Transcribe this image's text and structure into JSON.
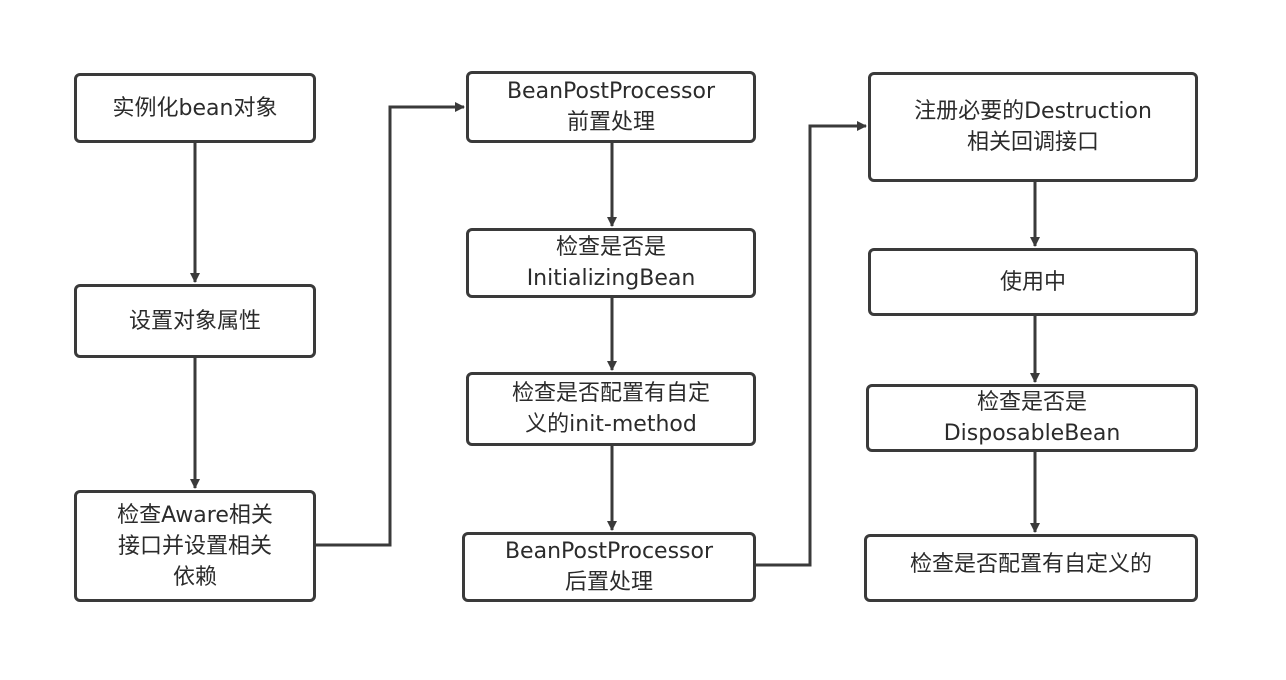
{
  "diagram": {
    "colors": {
      "stroke": "#3a3a3a",
      "text": "#2b2b2b",
      "background": "#ffffff"
    },
    "nodes": {
      "instantiate": [
        "实例化bean对象"
      ],
      "set_properties": [
        "设置对象属性"
      ],
      "check_aware": [
        "检查Aware相关",
        "接口并设置相关",
        "依赖"
      ],
      "bpp_before": [
        "BeanPostProcessor",
        "前置处理"
      ],
      "check_initializing": [
        "检查是否是",
        "InitializingBean"
      ],
      "check_init_method": [
        "检查是否配置有自定",
        "义的init-method"
      ],
      "bpp_after": [
        "BeanPostProcessor",
        "后置处理"
      ],
      "register_destruction": [
        "注册必要的Destruction",
        "相关回调接口"
      ],
      "in_use": [
        "使用中"
      ],
      "check_disposable": [
        "检查是否是",
        "DisposableBean"
      ],
      "check_destroy_method": [
        "检查是否配置有自定义的"
      ]
    }
  }
}
